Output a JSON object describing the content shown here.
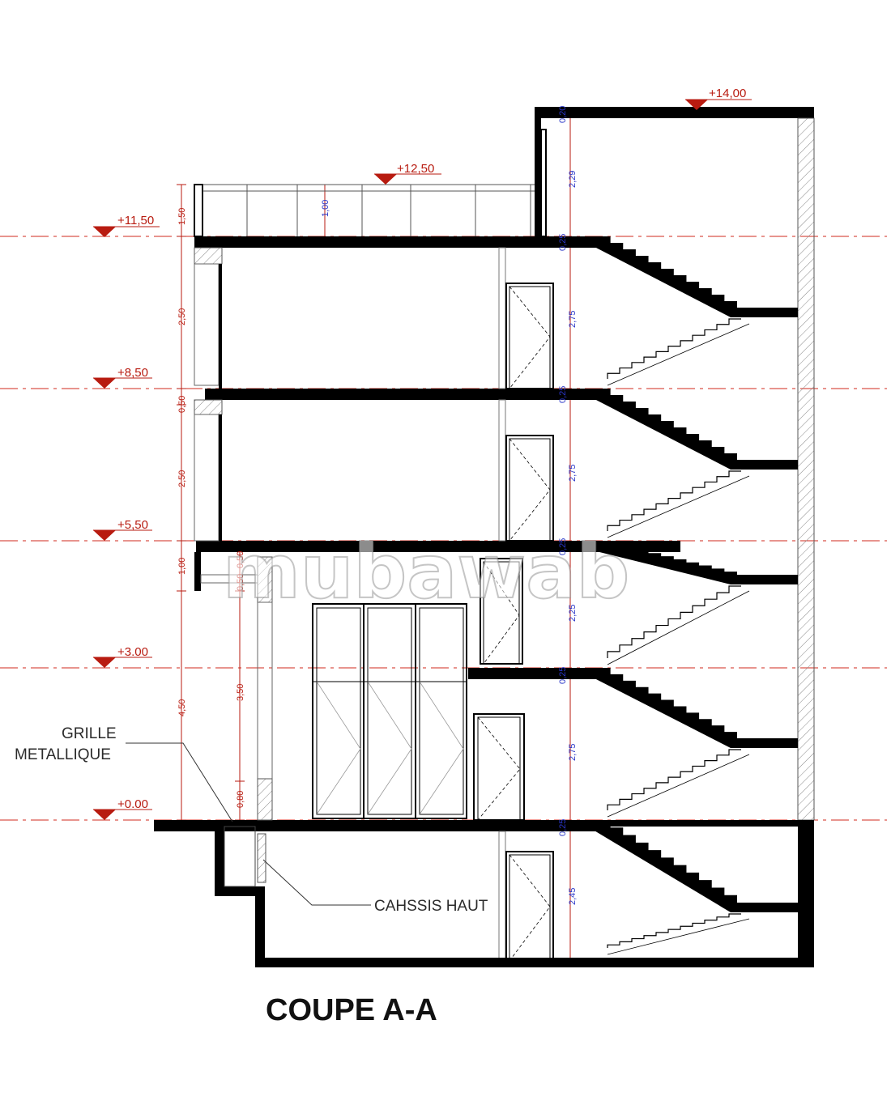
{
  "title": "COUPE A-A",
  "watermark": "mubawab",
  "notes": {
    "grille_line1": "GRILLE",
    "grille_line2": "METALLIQUE",
    "chassis": "CAHSSIS HAUT"
  },
  "levels": [
    "+14,00",
    "+12,50",
    "+11,50",
    "+8,50",
    "+5,50",
    "+3.00",
    "+0.00"
  ],
  "dims_left": [
    "1,50",
    "2,50",
    "0,50",
    "2,50",
    "1,00",
    "4,50"
  ],
  "dims_inner": [
    "0,50",
    "0,50",
    "3,50",
    "0,80"
  ],
  "dims_center": [
    "0,20",
    "2,29",
    "0,25",
    "2,75",
    "0,25",
    "2,75",
    "0,25",
    "2,25",
    "0,25",
    "2,75",
    "0,25",
    "2,45"
  ],
  "dim_parapet": "1,00",
  "colors": {
    "structure": "#000000",
    "level_marker": "#b81b10",
    "axis_line": "#d02a1c",
    "dimension_blue": "#2a36c8",
    "hatch": "#888888"
  }
}
